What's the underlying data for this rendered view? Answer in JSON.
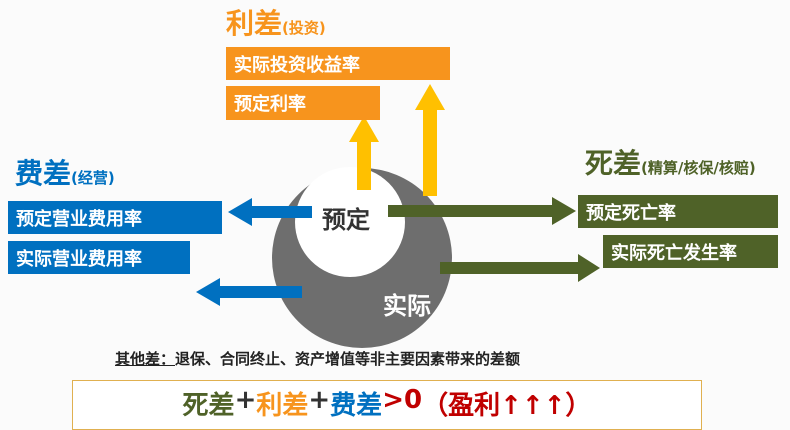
{
  "interest": {
    "title": "利差",
    "sub": "(投资)",
    "items": [
      "实际投资收益率",
      "预定利率"
    ]
  },
  "expense": {
    "title": "费差",
    "sub": "(经营)",
    "items": [
      "预定营业费用率",
      "实际营业费用率"
    ]
  },
  "mortality": {
    "title": "死差",
    "sub": "(精算/核保/核赔)",
    "items": [
      "预定死亡率",
      "实际死亡发生率"
    ]
  },
  "circle": {
    "inner": "预定",
    "outer": "实际"
  },
  "other": {
    "label": "其他差：",
    "text": "退保、合同终止、资产增值等非主要因素带来的差额"
  },
  "formula": {
    "a": "死差",
    "plus1": "+",
    "b": "利差",
    "plus2": "+",
    "c": "费差",
    "gt": ">0",
    "result": "（盈利↑↑↑）"
  },
  "colors": {
    "orange": "#f7941d",
    "blue": "#0070c0",
    "green": "#4f6228",
    "yellow": "#ffc000",
    "gray": "#6e6e6e",
    "red": "#c00000"
  }
}
